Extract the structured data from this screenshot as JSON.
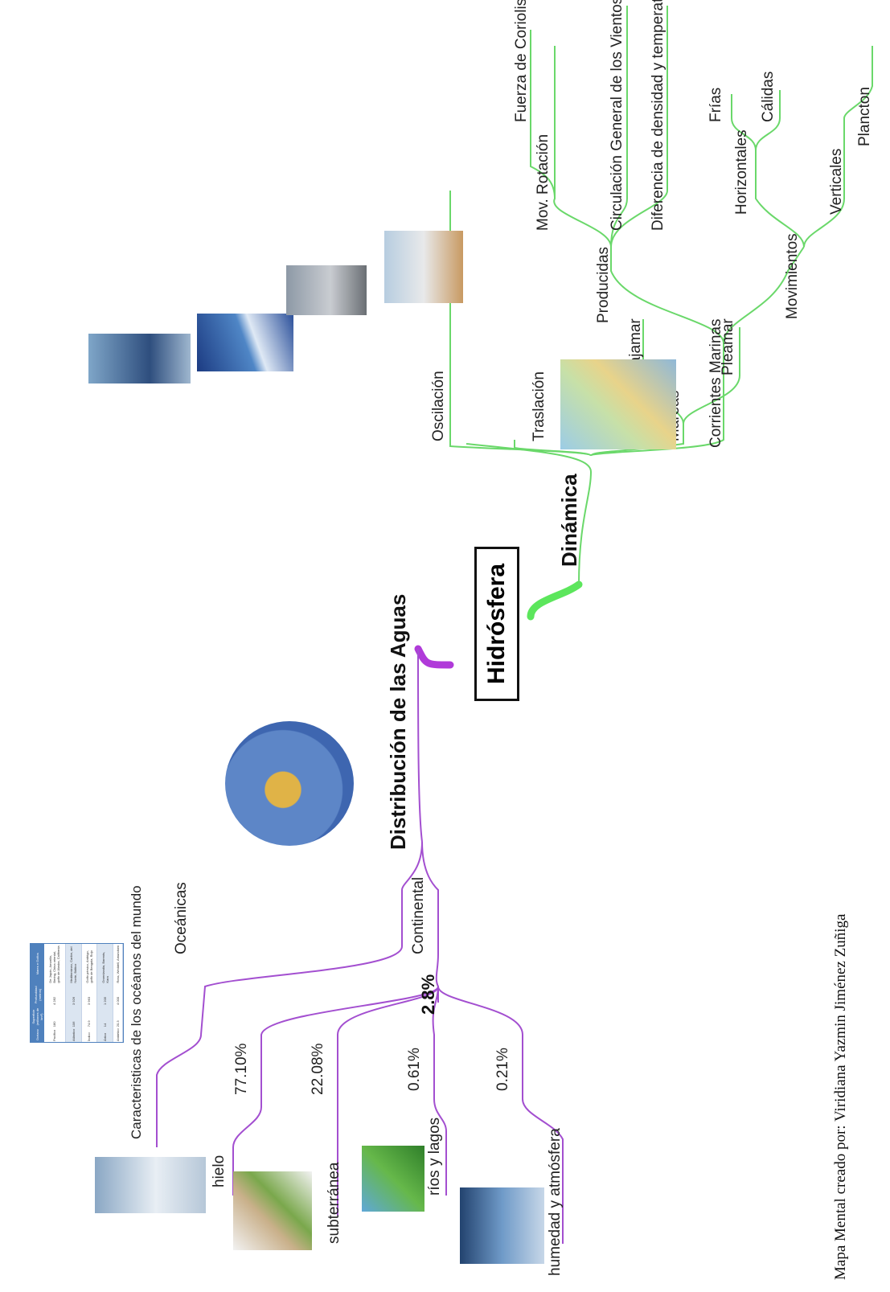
{
  "root": "Hidrósfera",
  "colors": {
    "green_branch": "#5cd65c",
    "purple_branch": "#a13fcf"
  },
  "dinamica": {
    "label": "Dinámica",
    "oscilacion": "Oscilación",
    "traslacion": "Traslación",
    "mareas": {
      "label": "Mareas",
      "bajamar": "Bajamar",
      "pleamar": "Pleamar"
    },
    "corrientes": {
      "label": "Corrientes Marinas",
      "producidas": {
        "label": "Producidas",
        "items": [
          "Mov. Rotación",
          "Fuerza de Coriolis",
          "Circulación General de los Vientos",
          "Diferencia de densidad y temperatura del mar"
        ]
      },
      "movimientos": {
        "label": "Movimientos",
        "horizontales": "Horizontales",
        "frias": "Frías",
        "calidas": "Cálidas",
        "verticales": "Verticales",
        "plancton": "Plancton"
      }
    }
  },
  "distribucion": {
    "label": "Distribución de las Aguas",
    "oceanicas": {
      "label": "Oceánicas",
      "caracteristicas": "Caracteristicas de los océanos del mundo"
    },
    "continental": {
      "label": "Continental",
      "percent": "2.8%",
      "items": [
        {
          "pct": "77.10%",
          "name": "hielo"
        },
        {
          "pct": "22.08%",
          "name": "subterránea"
        },
        {
          "pct": "0.61%",
          "name": "ríos y lagos"
        },
        {
          "pct": "0.21%",
          "name": "humedad y atmósfera"
        }
      ]
    }
  },
  "oceans_table": {
    "headers": [
      "Océano",
      "Superficie (millones de km²)",
      "Profundidad (metros)",
      "Mares e Golfos"
    ],
    "rows": [
      [
        "Pacífico",
        "180",
        "4 282",
        "De Japón, Amarillo, Bering, China oriental, golfo de Alaska, California"
      ],
      [
        "Atlántico",
        "106",
        "3 926",
        "Mediterráneo, Caribe, del Norte, Báltico"
      ],
      [
        "Índico",
        "74.9",
        "3 963",
        "Golfo pérsico, Arábigo, golfo de Bengala, Rojo"
      ],
      [
        "Ártico",
        "14",
        "1 205",
        "Groenlandia, Barents, Kara"
      ],
      [
        "Antártico",
        "20.3",
        "4 000",
        "Ross, Weddell, Amundsen"
      ]
    ]
  },
  "credit": "Mapa Mental creado por: Viridiana Yazmin Jiménez Zuñiga"
}
